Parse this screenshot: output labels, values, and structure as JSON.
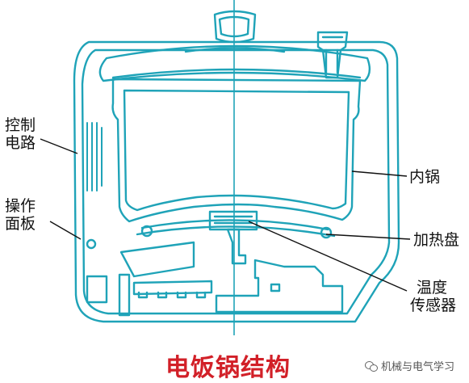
{
  "title": "电饭锅结构",
  "labels": {
    "control_circuit": [
      "控制",
      "电路"
    ],
    "operation_panel": [
      "操作",
      "面板"
    ],
    "inner_pot": "内锅",
    "heating_plate": "加热盘",
    "temp_sensor": [
      "温度",
      "传感器"
    ]
  },
  "watermark": "机械与电气学习",
  "colors": {
    "outline": "#1fa3b8",
    "leader": "#111111",
    "title": "#d22028"
  }
}
